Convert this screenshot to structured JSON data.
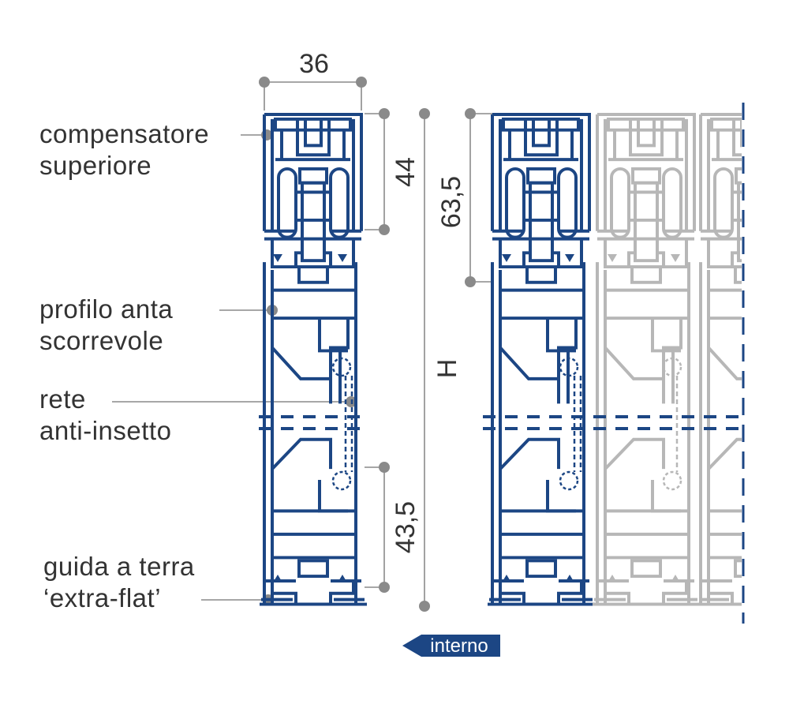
{
  "labels": {
    "compensatore": [
      "compensatore",
      "superiore"
    ],
    "profilo": [
      "profilo anta",
      "scorrevole"
    ],
    "rete": [
      "rete",
      "anti-insetto"
    ],
    "guida": [
      "guida a terra",
      "‘extra-flat’"
    ]
  },
  "dimensions": {
    "width_top": "36",
    "upper_left": "44",
    "upper_right": "63,5",
    "lower_left": "43,5",
    "height": "H"
  },
  "direction": {
    "label": "interno",
    "arrow": "arrow-left-icon"
  },
  "colors": {
    "profile_blue": "#1c4684",
    "profile_grey": "#b7b7b7",
    "dimension_grey": "#8a8a8a",
    "text": "#333333"
  }
}
